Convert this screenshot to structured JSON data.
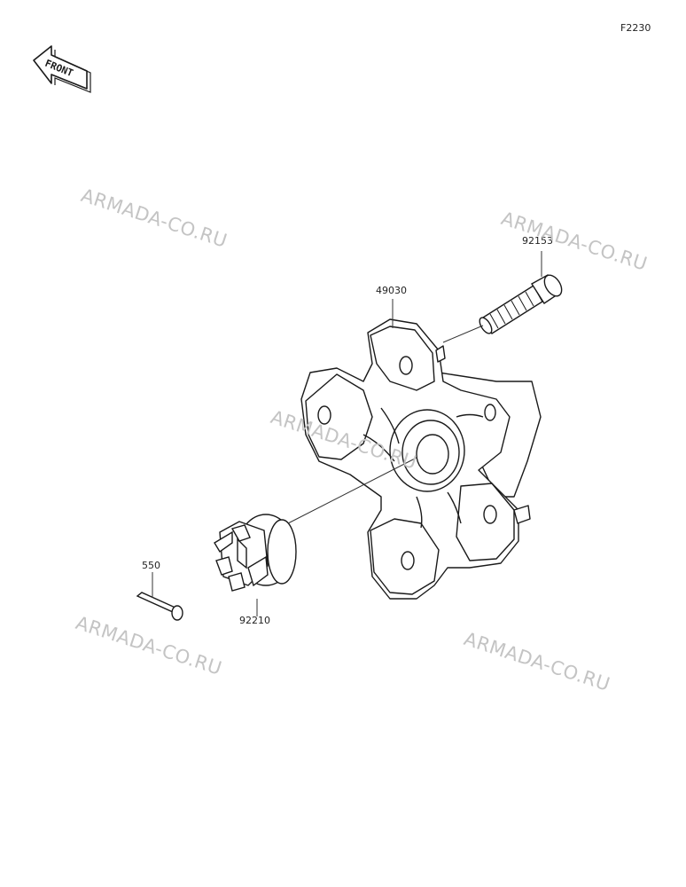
{
  "diagram": {
    "figure_code": "F2230",
    "front_marker": "FRONT",
    "watermark_text": "ARMADA-CO.RU",
    "parts": [
      {
        "code": "92153"
      },
      {
        "code": "49030"
      },
      {
        "code": "550"
      },
      {
        "code": "92210"
      }
    ],
    "colors": {
      "line": "#1a1a1a",
      "leader": "#333333",
      "watermark": "#c4c4c4"
    }
  }
}
